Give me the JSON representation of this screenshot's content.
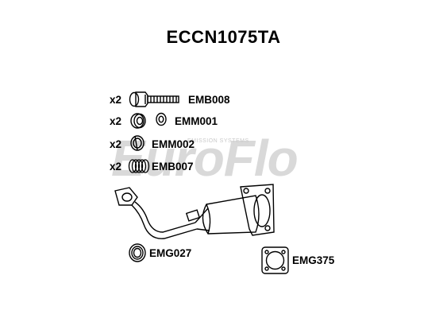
{
  "title": "ECCN1075TA",
  "watermark": {
    "brand": "EuroFlo",
    "tagline": "EMISSION SYSTEMS",
    "color": "#d6d6d6"
  },
  "parts": [
    {
      "qty": "x2",
      "code": "EMB008",
      "icon": "bolt-icon"
    },
    {
      "qty": "x2",
      "code": "EMM001",
      "icon": "nut-icon"
    },
    {
      "qty": "x2",
      "code": "EMM002",
      "icon": "spring-washer-icon"
    },
    {
      "qty": "x2",
      "code": "EMB007",
      "icon": "spring-icon"
    }
  ],
  "gaskets": [
    {
      "code": "EMG027",
      "icon": "round-gasket-icon"
    },
    {
      "code": "EMG375",
      "icon": "square-gasket-icon"
    }
  ]
}
